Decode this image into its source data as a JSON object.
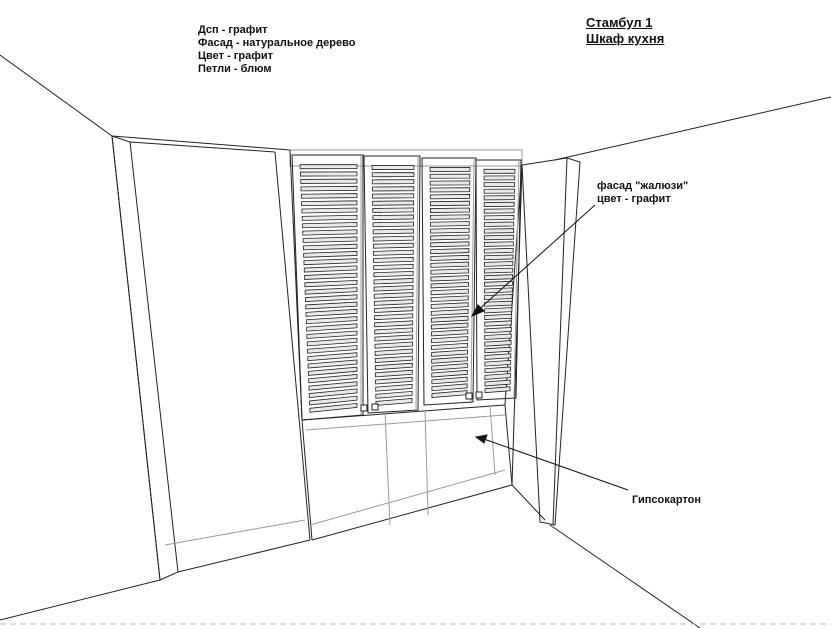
{
  "title": {
    "line1": "Стамбул 1",
    "line2": "Шкаф кухня"
  },
  "spec": {
    "line1": "Дсп - графит",
    "line2": "Фасад - натуральное дерево",
    "line3": "Цвет - графит",
    "line4": "Петли - блюм"
  },
  "callouts": {
    "facade": {
      "line1": "фасад \"жалюзи\"",
      "line2": "цвет - графит"
    },
    "drywall": "Гипсокартон"
  },
  "colors": {
    "line": "#222222",
    "thin_line": "#9a9a9a",
    "slat_fill": "#e9e9e9",
    "ink": "#111111"
  }
}
